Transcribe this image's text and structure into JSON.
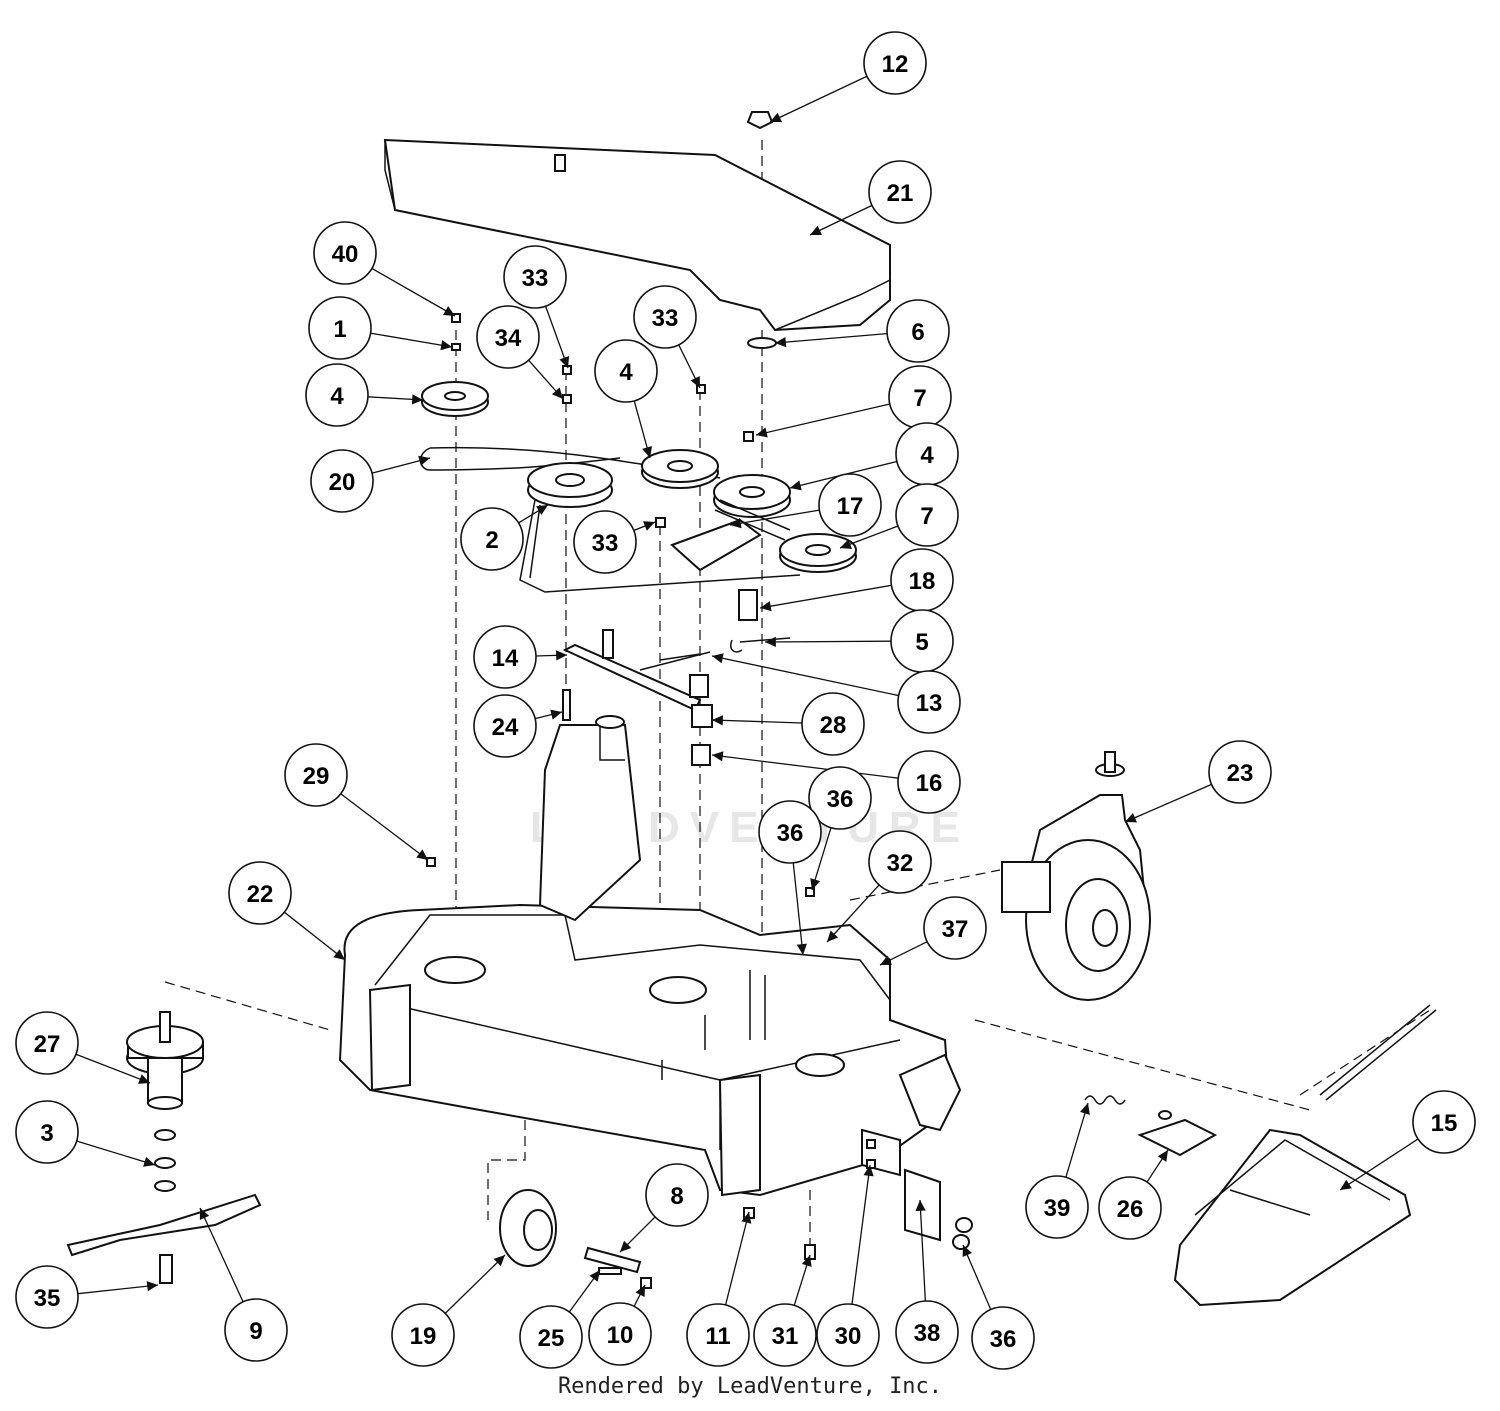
{
  "watermark": "LEADVENTURE",
  "caption": "Rendered by LeadVenture, Inc.",
  "callouts": [
    {
      "label": "12"
    },
    {
      "label": "21"
    },
    {
      "label": "40"
    },
    {
      "label": "33"
    },
    {
      "label": "33"
    },
    {
      "label": "1"
    },
    {
      "label": "34"
    },
    {
      "label": "6"
    },
    {
      "label": "4"
    },
    {
      "label": "4"
    },
    {
      "label": "7"
    },
    {
      "label": "20"
    },
    {
      "label": "4"
    },
    {
      "label": "17"
    },
    {
      "label": "7"
    },
    {
      "label": "2"
    },
    {
      "label": "33"
    },
    {
      "label": "18"
    },
    {
      "label": "5"
    },
    {
      "label": "14"
    },
    {
      "label": "13"
    },
    {
      "label": "24"
    },
    {
      "label": "28"
    },
    {
      "label": "16"
    },
    {
      "label": "29"
    },
    {
      "label": "23"
    },
    {
      "label": "36"
    },
    {
      "label": "36"
    },
    {
      "label": "32"
    },
    {
      "label": "22"
    },
    {
      "label": "37"
    },
    {
      "label": "27"
    },
    {
      "label": "3"
    },
    {
      "label": "15"
    },
    {
      "label": "8"
    },
    {
      "label": "39"
    },
    {
      "label": "26"
    },
    {
      "label": "35"
    },
    {
      "label": "9"
    },
    {
      "label": "19"
    },
    {
      "label": "25"
    },
    {
      "label": "10"
    },
    {
      "label": "11"
    },
    {
      "label": "31"
    },
    {
      "label": "30"
    },
    {
      "label": "38"
    },
    {
      "label": "36"
    }
  ]
}
